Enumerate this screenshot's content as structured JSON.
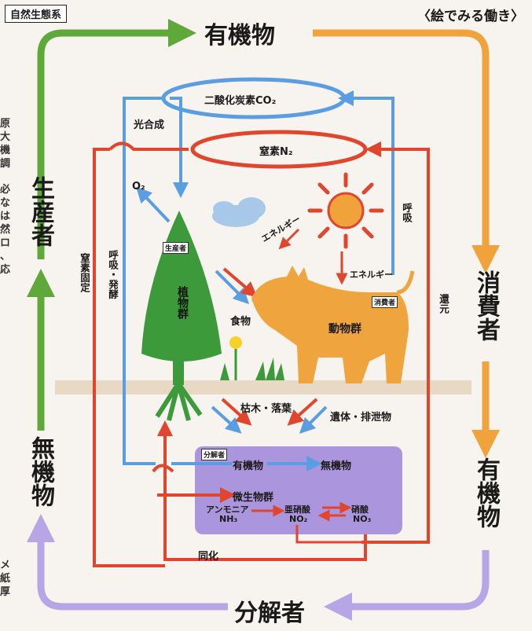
{
  "header": {
    "tag": "自然生態系",
    "subtitle": "〈絵でみる働き〉"
  },
  "cycle": {
    "top": "有機物",
    "left_producer": "生産者",
    "left_inorganic": "無機物",
    "right_consumer": "消費者",
    "right_organic": "有機物",
    "bottom": "分解者"
  },
  "gases": {
    "co2": "二酸化炭素CO₂",
    "n2": "窒素N₂",
    "o2": "O₂"
  },
  "flows": {
    "photosynthesis": "光合成",
    "respiration": "呼吸",
    "respiration_fermentation": "呼吸・発酵",
    "nitrogen_fixation": "窒素固定",
    "reduction": "還元",
    "energy1": "エネルギー",
    "energy2": "エネルギー",
    "food": "食物",
    "litter": "枯木・落葉",
    "remains": "遺体・排泄物",
    "assimilation": "同化"
  },
  "organisms": {
    "producer_badge": "生産者",
    "plants": "植物群",
    "consumer_badge": "消費者",
    "animals": "動物群"
  },
  "decomposer_box": {
    "badge": "分解者",
    "organic": "有機物",
    "inorganic": "無機物",
    "microbes": "微生物群",
    "ammonia": "アンモニア",
    "nh3": "NH₃",
    "nitrite": "亜硝酸",
    "no2": "NO₂",
    "nitrate": "硝酸",
    "no3": "NO₃"
  },
  "edge_text": {
    "left": "原\n大\n機\n調\n\n必\nな\nは\n然\nロ\n、\n応",
    "left_bottom": "メ\n紙\n厚"
  },
  "colors": {
    "green": "#5fa83a",
    "orange": "#f0a33a",
    "purple": "#b7a6e6",
    "red": "#e0452e",
    "blue": "#5a9de0",
    "tree": "#3c9a3a",
    "cow": "#f0a43e",
    "box": "#9d84d8"
  }
}
